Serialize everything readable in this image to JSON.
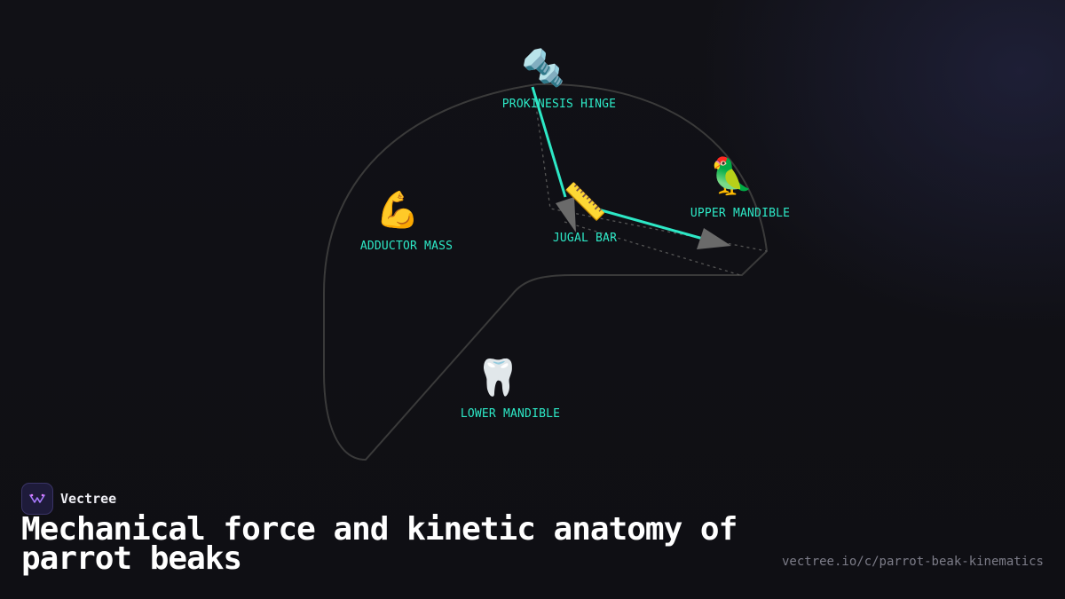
{
  "brand": {
    "name": "Vectree"
  },
  "title": "Mechanical force and kinetic anatomy of parrot beaks",
  "url": "vectree.io/c/parrot-beak-kinematics",
  "colors": {
    "background": "#111116",
    "accent": "#2de8c6",
    "outline": "#3a3a3a",
    "arrow": "#6a6a6a"
  },
  "nodes": {
    "prokinesis_hinge": {
      "icon": "🔩",
      "icon_name": "bolt-hinge-icon",
      "label": "PROKINESIS HINGE"
    },
    "upper_mandible": {
      "icon": "🦜",
      "icon_name": "parrot-icon",
      "label": "UPPER MANDIBLE"
    },
    "adductor_mass": {
      "icon": "💪",
      "icon_name": "flexed-biceps-icon",
      "label": "ADDUCTOR MASS"
    },
    "jugal_bar": {
      "icon": "📏",
      "icon_name": "ruler-icon",
      "label": "JUGAL BAR"
    },
    "lower_mandible": {
      "icon": "🦷",
      "icon_name": "tooth-icon",
      "label": "LOWER MANDIBLE"
    }
  }
}
